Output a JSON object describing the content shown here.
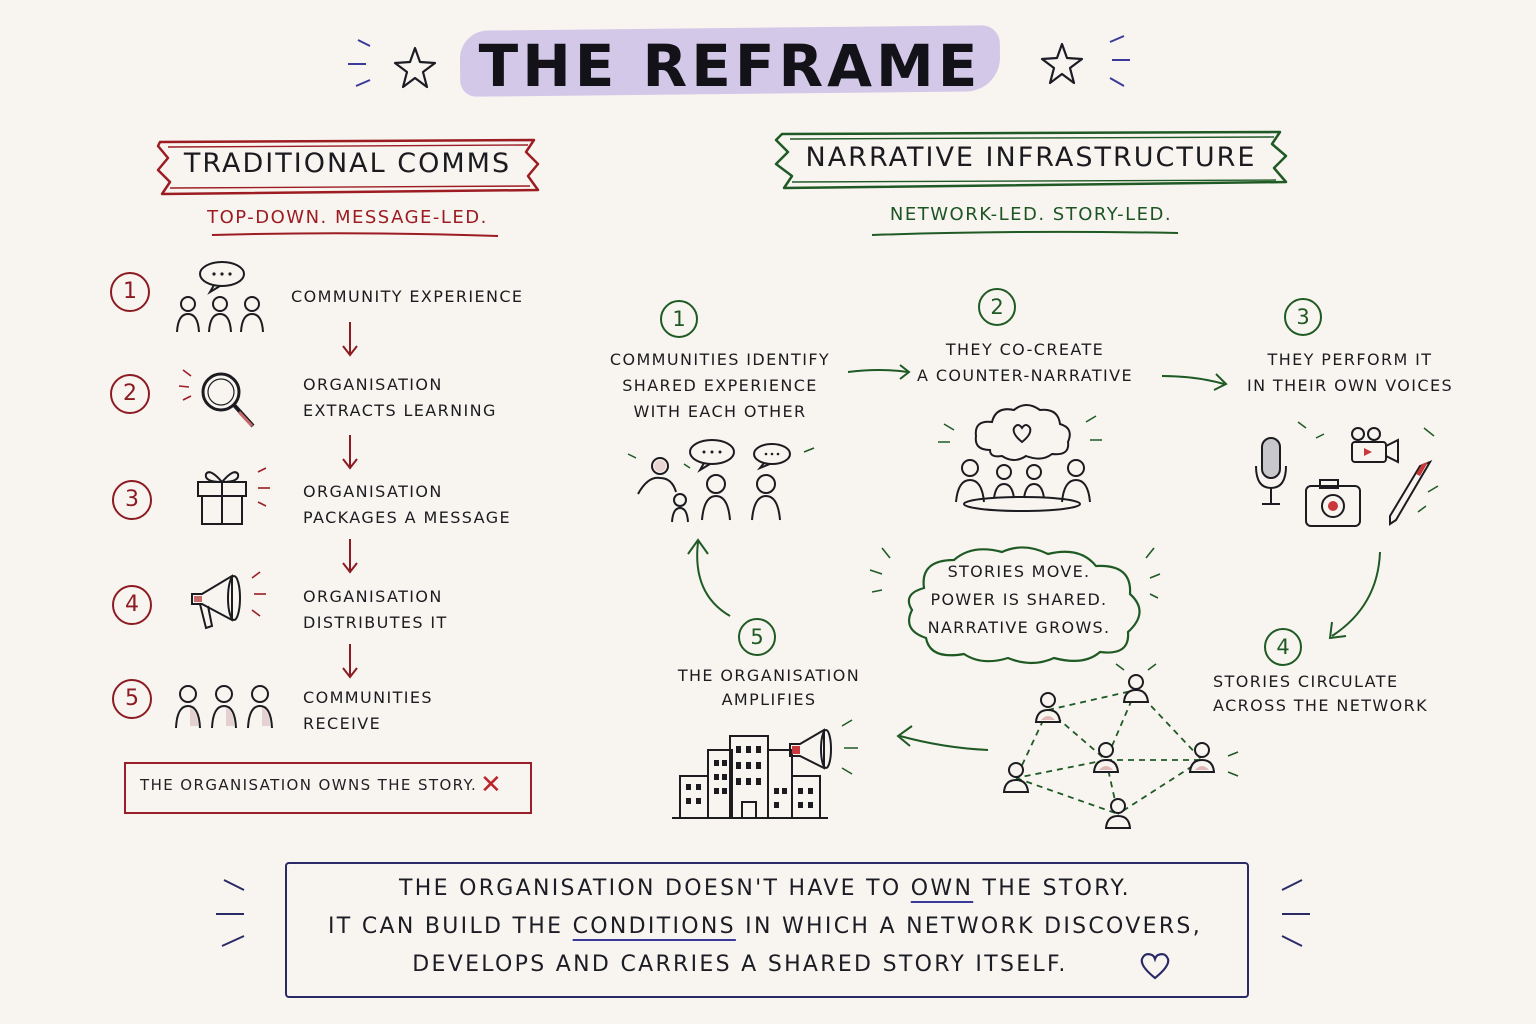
{
  "title": "THE REFRAME",
  "left": {
    "heading": "TRADITIONAL COMMS",
    "subheading": "TOP-DOWN. MESSAGE-LED.",
    "steps": [
      {
        "num": "1",
        "line1": "COMMUNITY EXPERIENCE",
        "line2": "",
        "icon": "people-talking-icon"
      },
      {
        "num": "2",
        "line1": "ORGANISATION",
        "line2": "EXTRACTS LEARNING",
        "icon": "magnifier-icon"
      },
      {
        "num": "3",
        "line1": "ORGANISATION",
        "line2": "PACKAGES A MESSAGE",
        "icon": "gift-box-icon"
      },
      {
        "num": "4",
        "line1": "ORGANISATION",
        "line2": "DISTRIBUTES IT",
        "icon": "megaphone-icon"
      },
      {
        "num": "5",
        "line1": "COMMUNITIES",
        "line2": "RECEIVE",
        "icon": "people-icon"
      }
    ],
    "conclusion": "THE ORGANISATION OWNS THE STORY.",
    "conclusion_mark": "✕"
  },
  "right": {
    "heading": "NARRATIVE INFRASTRUCTURE",
    "subheading": "NETWORK-LED. STORY-LED.",
    "steps": [
      {
        "num": "1",
        "lines": [
          "COMMUNITIES IDENTIFY",
          "SHARED EXPERIENCE",
          "WITH EACH OTHER"
        ],
        "icon": "community-conversation-icon"
      },
      {
        "num": "2",
        "lines": [
          "THEY CO-CREATE",
          "A COUNTER-NARRATIVE"
        ],
        "icon": "co-create-heart-icon"
      },
      {
        "num": "3",
        "lines": [
          "THEY PERFORM IT",
          "IN THEIR OWN VOICES"
        ],
        "icon": "media-tools-icon"
      },
      {
        "num": "4",
        "lines": [
          "STORIES CIRCULATE",
          "ACROSS THE NETWORK"
        ],
        "icon": "network-icon"
      },
      {
        "num": "5",
        "lines": [
          "THE ORGANISATION",
          "AMPLIFIES"
        ],
        "icon": "building-megaphone-icon"
      }
    ],
    "cloud": [
      "STORIES MOVE.",
      "POWER IS SHARED.",
      "NARRATIVE GROWS."
    ]
  },
  "bottom": {
    "line1_a": "THE ORGANISATION DOESN'T HAVE TO ",
    "line1_u": "OWN",
    "line1_b": " THE STORY.",
    "line2_a": "IT CAN BUILD THE ",
    "line2_u": "CONDITIONS",
    "line2_b": " IN WHICH A NETWORK DISCOVERS,",
    "line3": "DEVELOPS AND CARRIES A SHARED STORY ITSELF.",
    "icon": "heart-icon"
  },
  "colors": {
    "red": "#9c1c22",
    "green": "#1f5a24",
    "navy": "#2a2a66",
    "lavender": "#cdbfe6"
  }
}
